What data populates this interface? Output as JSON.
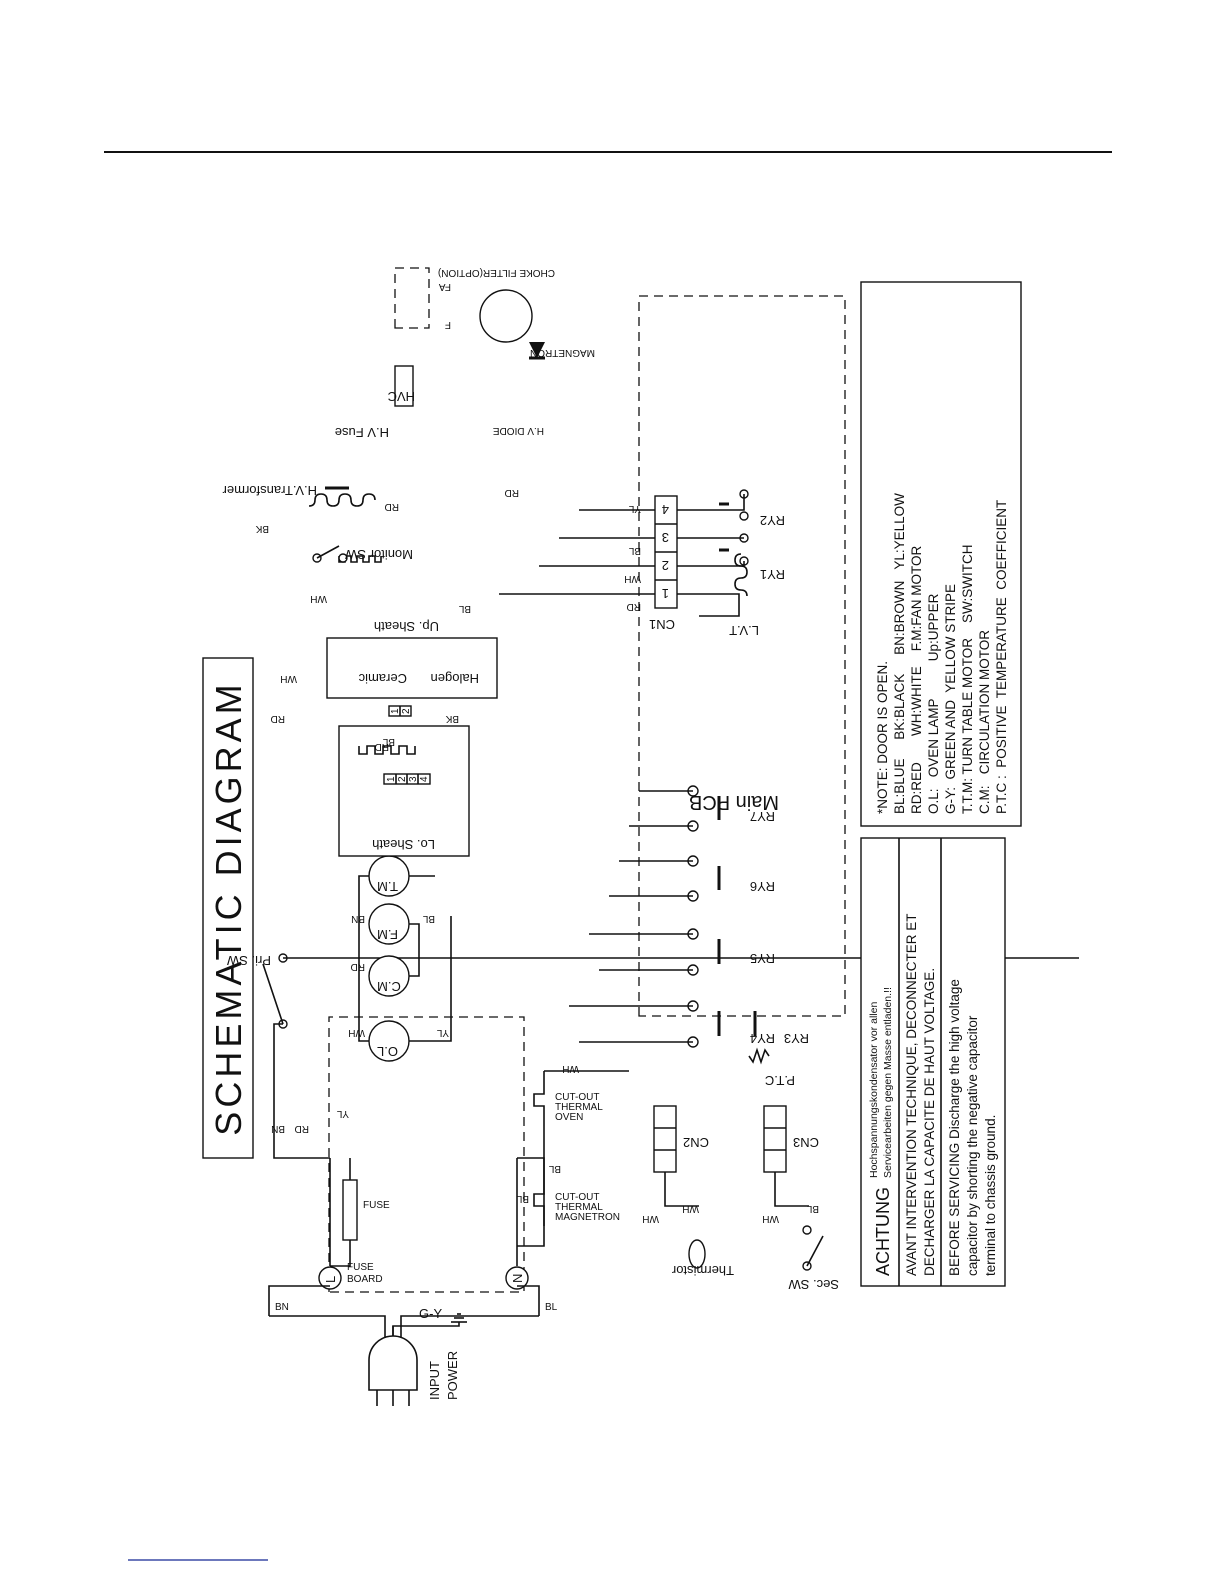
{
  "title": "SCHEMATIC DIAGRAM",
  "input_power": [
    "INPUT",
    "POWER"
  ],
  "components": {
    "gy": "G-Y",
    "fuse_board": [
      "FUSE",
      "BOARD"
    ],
    "fuse": "FUSE",
    "l": "L",
    "n": "N",
    "magnetron_cutout": [
      "MAGNETRON",
      "THERMAL",
      "CUT-OUT"
    ],
    "oven_cutout": [
      "OVEN",
      "THERMAL",
      "CUT-OUT"
    ],
    "pri_sw": "Pri. SW",
    "monitor_sw": "Monitor SW",
    "ol": "O.L",
    "cm": "C.M",
    "fm": "F.M",
    "tm": "T.M",
    "lo_sheath": "Lo. Sheath",
    "up_sheath": "Up. Sheath",
    "halogen": "Halogen",
    "ceramic": "Ceramic",
    "hv_transformer": "H.V.Transformer",
    "hv_fuse": "H.V Fuse",
    "hvc": "HVC",
    "hv_diode": "H.V DIODE",
    "choke": "CHOKE FILTER(OPTION)",
    "f": "F",
    "fa": "FA",
    "magnetron": "MAGNETRON",
    "thermistor": "Thermistor",
    "sec_sw": "Sec. SW",
    "ptc": "P.T.C",
    "lvt": "L.V.T",
    "main_pcb": "Main PCB",
    "cn1": "CN1",
    "cn2": "CN2",
    "cn3": "CN3",
    "cn1_pins": [
      "1",
      "2",
      "3",
      "4"
    ],
    "conn_a": [
      "1",
      "2"
    ],
    "conn_b": [
      "1",
      "2",
      "3",
      "4"
    ],
    "relays": [
      "RY1",
      "RY2",
      "RY3",
      "RY4",
      "RY5",
      "RY6",
      "RY7"
    ]
  },
  "wire_labels": {
    "bn": "BN",
    "bl": "BL",
    "rd": "RD",
    "yl": "YL",
    "wh": "WH",
    "bk": "BK"
  },
  "legend": {
    "lines": [
      "*NOTE: DOOR IS OPEN.",
      "BL:BLUE     BK:BLACK     BN:BROWN   YL:YELLOW",
      "RD:RED       WH:WHITE    F.M:FAN MOTOR",
      "O.L:   OVEN LAMP          Up:UPPER",
      "G-Y:  GREEN AND  YELLOW STRIPE",
      "T.T.M: TURN TABLE MOTOR    SW:SWITCH",
      "C.M:   CIRCULATION MOTOR",
      "P.T.C :  POSITIVE  TEMPERATURE  COEFFICIENT"
    ]
  },
  "warning": {
    "achtung": "ACHTUNG",
    "achtung_text": [
      "Hochspannungskondensator vor allen",
      "Servicearbeiten gegen Masse entladen.!!"
    ],
    "french": [
      "AVANT INTERVENTION TECHNIQUE, DECONNECTER ET",
      "DECHARGER LA CAPACITE DE HAUT VOLTAGE."
    ],
    "english": [
      "BEFORE SERVICING Discharge the high voltage",
      "capacitor by shorting the negative capacitor",
      "terminal to chassis ground."
    ]
  }
}
